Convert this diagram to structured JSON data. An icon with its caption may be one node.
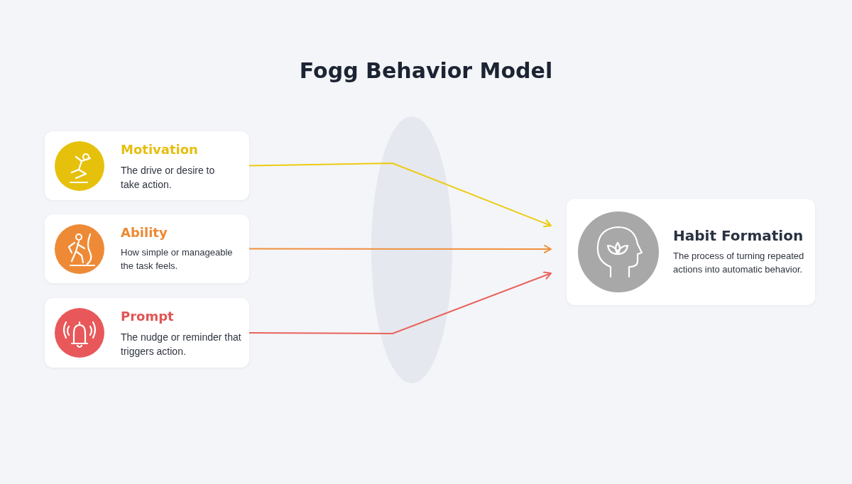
{
  "diagram": {
    "title": "Fogg Behavior Model",
    "nodes": [
      {
        "text": [
          "Motivation",
          "The drive or desire to take action."
        ]
      },
      {
        "text": [
          "Ability",
          "How simple or manageable the task feels."
        ]
      },
      {
        "text": [
          "Prompt",
          "The nudge or reminder that triggers action."
        ]
      },
      {
        "text": [
          "Habit Formation",
          "The process of turning repeated actions into automatic behavior."
        ]
      }
    ],
    "edges": [
      {
        "from": 0,
        "to": 3,
        "arrow": "to",
        "color": "#eccb10"
      },
      {
        "from": 1,
        "to": 3,
        "arrow": "to",
        "color": "#f0903c"
      },
      {
        "from": 2,
        "to": 3,
        "arrow": "to",
        "color": "#e8645c"
      }
    ]
  }
}
